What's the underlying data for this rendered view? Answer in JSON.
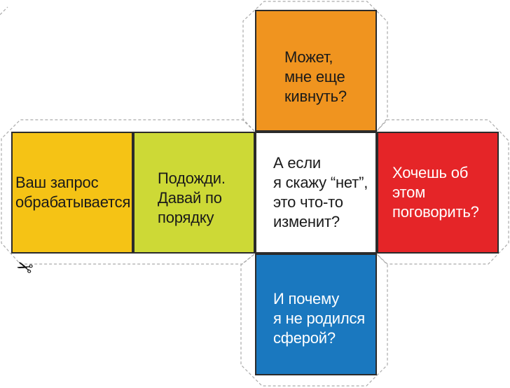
{
  "net": {
    "description": "paper-cube-template",
    "cut_line_color": "#ABABAB",
    "face_border_color": "#2B2B2B",
    "scissors_icon": "✂",
    "faces": [
      {
        "id": "orange",
        "text": "Может,\nмне еще\nкивнуть?",
        "bg": "#F0941F",
        "fg": "#1A1A1A"
      },
      {
        "id": "yellow",
        "text": "Ваш запрос\nобрабатывается",
        "bg": "#F5C315",
        "fg": "#1A1A1A"
      },
      {
        "id": "green",
        "text": "Подожди.\nДавай по\nпорядку",
        "bg": "#CDD936",
        "fg": "#1A1A1A"
      },
      {
        "id": "white",
        "text": "А если\nя скажу “нет”,\nэто что-то\nизменит?",
        "bg": "#FFFFFF",
        "fg": "#1A1A1A"
      },
      {
        "id": "red",
        "text": "Хочешь об\nэтом\nпоговорить?",
        "bg": "#E52528",
        "fg": "#FFFFFF"
      },
      {
        "id": "blue",
        "text": "И почему\nя не родился\nсферой?",
        "bg": "#1A78BF",
        "fg": "#FFFFFF"
      }
    ]
  }
}
